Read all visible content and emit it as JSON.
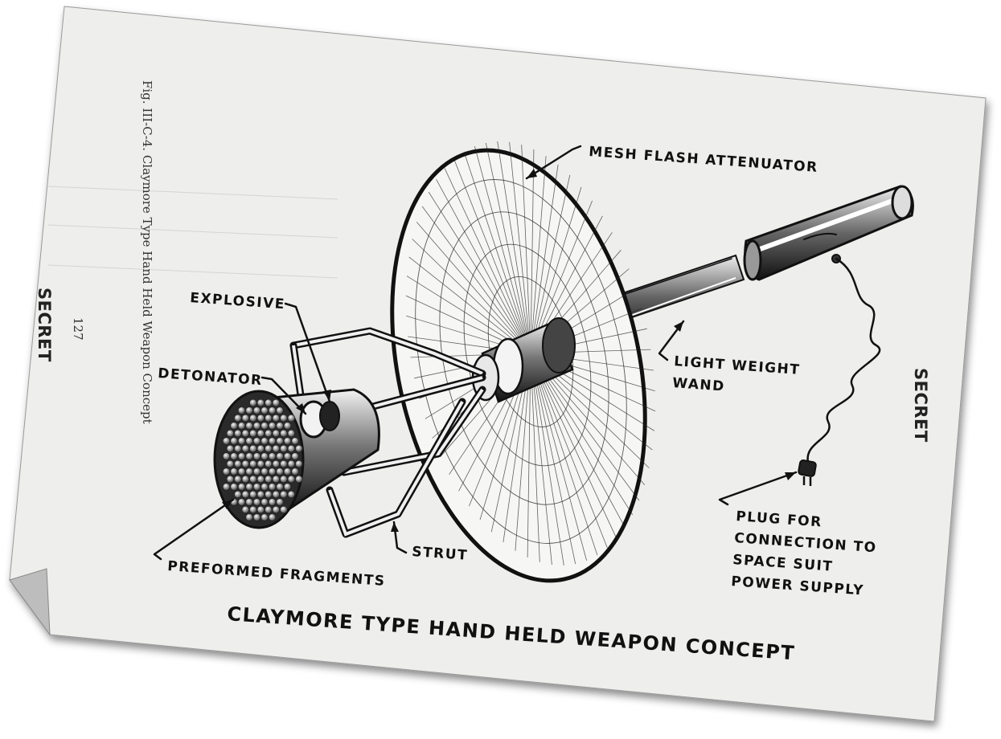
{
  "document": {
    "figure_caption": "Fig. III-C-4.  Claymore Type Hand Held Weapon Concept",
    "page_number": "127",
    "classification_marking": "SECRET",
    "title": "CLAYMORE TYPE HAND HELD WEAPON CONCEPT"
  },
  "labels": {
    "mesh_flash_attenuator": "MESH FLASH ATTENUATOR",
    "explosive": "EXPLOSIVE",
    "detonator": "DETONATOR",
    "light_weight_wand_line1": "LIGHT WEIGHT",
    "light_weight_wand_line2": "WAND",
    "plug_line1": "PLUG FOR",
    "plug_line2": "CONNECTION TO",
    "plug_line3": "SPACE SUIT",
    "plug_line4": "POWER SUPPLY",
    "preformed_fragments": "PREFORMED FRAGMENTS",
    "strut": "STRUT"
  },
  "colors": {
    "paper": "#eeeeec",
    "ink": "#111111",
    "curl_shadow": "#bdbdbd"
  }
}
